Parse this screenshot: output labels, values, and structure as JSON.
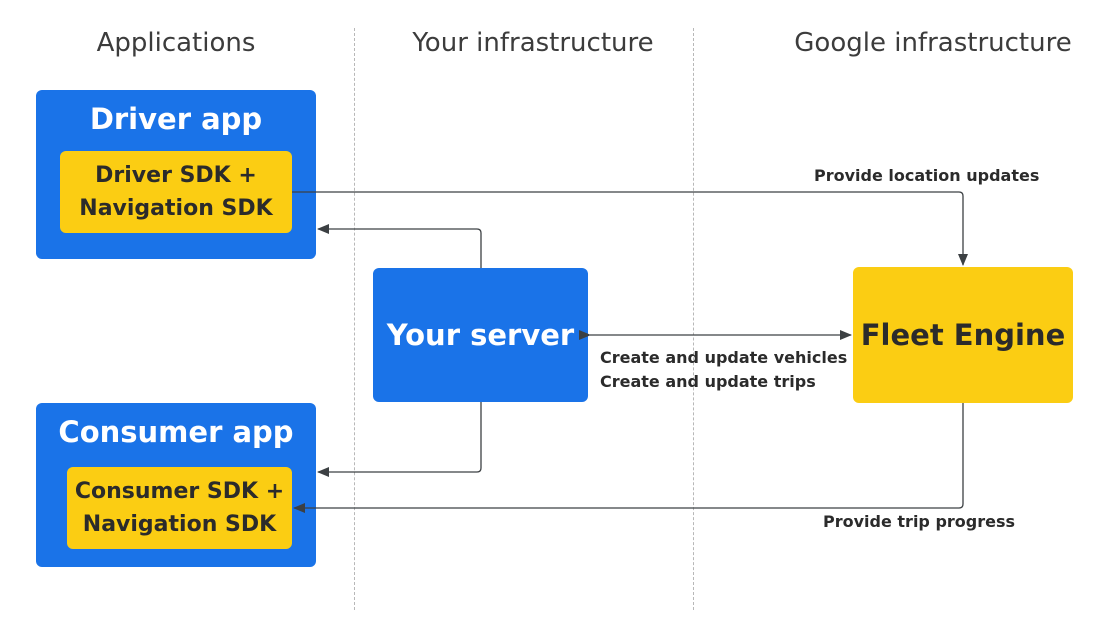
{
  "columns": {
    "applications": "Applications",
    "your_infrastructure": "Your infrastructure",
    "google_infrastructure": "Google infrastructure"
  },
  "driver_app": {
    "title": "Driver app",
    "sdk_line1": "Driver SDK +",
    "sdk_line2": "Navigation SDK"
  },
  "consumer_app": {
    "title": "Consumer app",
    "sdk_line1": "Consumer SDK +",
    "sdk_line2": "Navigation SDK"
  },
  "your_server": {
    "title": "Your server"
  },
  "fleet_engine": {
    "title": "Fleet Engine"
  },
  "connections": {
    "location_updates": "Provide location updates",
    "create_vehicles": "Create and update vehicles",
    "create_trips": "Create and update trips",
    "trip_progress": "Provide trip progress"
  },
  "colors": {
    "primary_blue": "#1a73e8",
    "accent_yellow": "#fbcd13",
    "arrow": "#3c4043"
  }
}
